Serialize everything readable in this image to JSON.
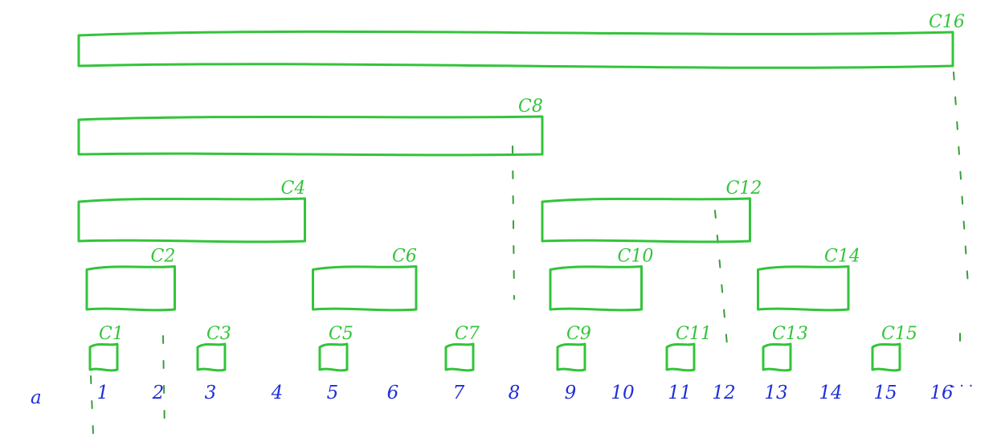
{
  "colors": {
    "box": "#33c43a",
    "index": "#1f2fd6",
    "dash": "#3a9d3a"
  },
  "array_label": "a",
  "ellipsis": "- · ·",
  "indices": [
    "1",
    "2",
    "3",
    "4",
    "5",
    "6",
    "7",
    "8",
    "9",
    "10",
    "11",
    "12",
    "13",
    "14",
    "15",
    "16"
  ],
  "nodes": [
    {
      "label": "C16",
      "covers": [
        1,
        16
      ]
    },
    {
      "label": "C8",
      "covers": [
        1,
        8
      ]
    },
    {
      "label": "C4",
      "covers": [
        1,
        4
      ]
    },
    {
      "label": "C12",
      "covers": [
        9,
        12
      ]
    },
    {
      "label": "C2",
      "covers": [
        1,
        2
      ]
    },
    {
      "label": "C6",
      "covers": [
        5,
        6
      ]
    },
    {
      "label": "C10",
      "covers": [
        9,
        10
      ]
    },
    {
      "label": "C14",
      "covers": [
        13,
        14
      ]
    },
    {
      "label": "C1",
      "covers": [
        1,
        1
      ]
    },
    {
      "label": "C3",
      "covers": [
        3,
        3
      ]
    },
    {
      "label": "C5",
      "covers": [
        5,
        5
      ]
    },
    {
      "label": "C7",
      "covers": [
        7,
        7
      ]
    },
    {
      "label": "C9",
      "covers": [
        9,
        9
      ]
    },
    {
      "label": "C11",
      "covers": [
        11,
        11
      ]
    },
    {
      "label": "C13",
      "covers": [
        13,
        13
      ]
    },
    {
      "label": "C15",
      "covers": [
        15,
        15
      ]
    }
  ]
}
